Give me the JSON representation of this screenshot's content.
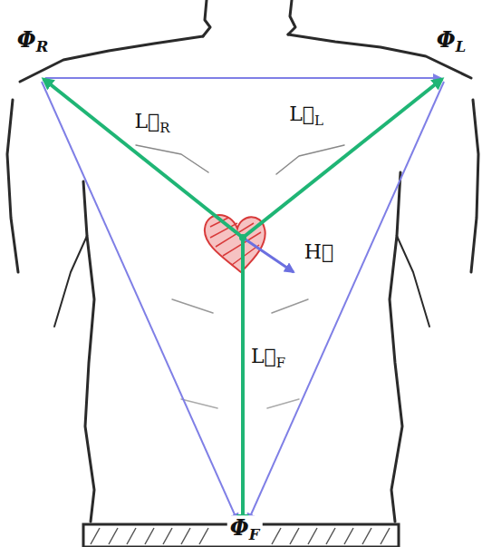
{
  "diagram": {
    "labels": [
      "ΦR",
      "ΦL",
      "L⃗R",
      "L⃗L",
      "H⃗",
      "L⃗F",
      "ΦF"
    ]
  }
}
